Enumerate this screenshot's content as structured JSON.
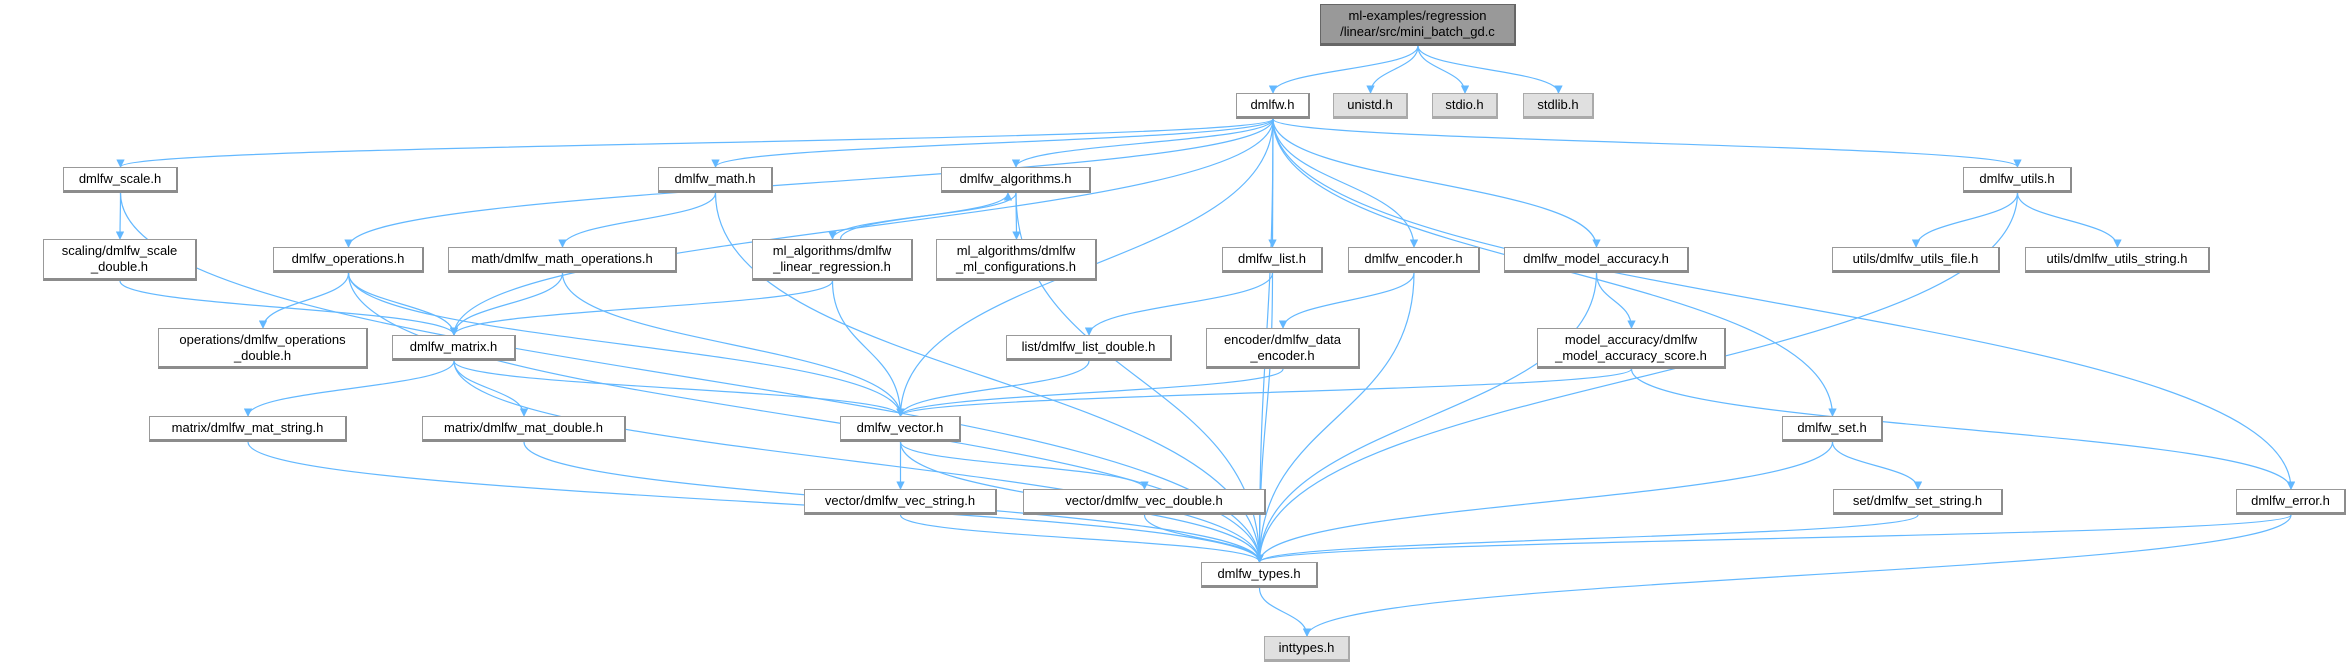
{
  "graph": {
    "edge_color": "#63b8ff",
    "nodes": {
      "root": "ml-examples/regression\n/linear/src/mini_batch_gd.c",
      "dmlfw": "dmlfw.h",
      "unistd": "unistd.h",
      "stdio": "stdio.h",
      "stdlib": "stdlib.h",
      "scale": "dmlfw_scale.h",
      "math": "dmlfw_math.h",
      "algorithms": "dmlfw_algorithms.h",
      "utils": "dmlfw_utils.h",
      "scale_double": "scaling/dmlfw_scale\n_double.h",
      "operations": "dmlfw_operations.h",
      "math_operations": "math/dmlfw_math_operations.h",
      "linear_regression": "ml_algorithms/dmlfw\n_linear_regression.h",
      "ml_configurations": "ml_algorithms/dmlfw\n_ml_configurations.h",
      "list": "dmlfw_list.h",
      "encoder": "dmlfw_encoder.h",
      "model_accuracy": "dmlfw_model_accuracy.h",
      "utils_file": "utils/dmlfw_utils_file.h",
      "utils_string": "utils/dmlfw_utils_string.h",
      "operations_double": "operations/dmlfw_operations\n_double.h",
      "matrix": "dmlfw_matrix.h",
      "list_double": "list/dmlfw_list_double.h",
      "data_encoder": "encoder/dmlfw_data\n_encoder.h",
      "accuracy_score": "model_accuracy/dmlfw\n_model_accuracy_score.h",
      "mat_string": "matrix/dmlfw_mat_string.h",
      "mat_double": "matrix/dmlfw_mat_double.h",
      "vector": "dmlfw_vector.h",
      "set": "dmlfw_set.h",
      "vec_string": "vector/dmlfw_vec_string.h",
      "vec_double": "vector/dmlfw_vec_double.h",
      "set_string": "set/dmlfw_set_string.h",
      "error": "dmlfw_error.h",
      "types": "dmlfw_types.h",
      "inttypes": "inttypes.h"
    },
    "edges": [
      [
        "root",
        "dmlfw"
      ],
      [
        "root",
        "unistd"
      ],
      [
        "root",
        "stdio"
      ],
      [
        "root",
        "stdlib"
      ],
      [
        "dmlfw",
        "scale"
      ],
      [
        "dmlfw",
        "math"
      ],
      [
        "dmlfw",
        "algorithms"
      ],
      [
        "dmlfw",
        "operations"
      ],
      [
        "dmlfw",
        "matrix"
      ],
      [
        "dmlfw",
        "vector"
      ],
      [
        "dmlfw",
        "list"
      ],
      [
        "dmlfw",
        "encoder"
      ],
      [
        "dmlfw",
        "model_accuracy"
      ],
      [
        "dmlfw",
        "types"
      ],
      [
        "dmlfw",
        "set"
      ],
      [
        "dmlfw",
        "utils"
      ],
      [
        "dmlfw",
        "error"
      ],
      [
        "scale",
        "scale_double"
      ],
      [
        "scale",
        "types"
      ],
      [
        "scale_double",
        "matrix"
      ],
      [
        "math",
        "math_operations"
      ],
      [
        "math",
        "types"
      ],
      [
        "math_operations",
        "matrix"
      ],
      [
        "math_operations",
        "vector"
      ],
      [
        "algorithms",
        "linear_regression"
      ],
      [
        "algorithms",
        "ml_configurations"
      ],
      [
        "algorithms",
        "types"
      ],
      [
        "linear_regression",
        "algorithms"
      ],
      [
        "linear_regression",
        "matrix"
      ],
      [
        "linear_regression",
        "vector"
      ],
      [
        "operations",
        "operations_double"
      ],
      [
        "operations",
        "matrix"
      ],
      [
        "operations",
        "types"
      ],
      [
        "operations",
        "vector"
      ],
      [
        "matrix",
        "mat_string"
      ],
      [
        "matrix",
        "mat_double"
      ],
      [
        "matrix",
        "vector"
      ],
      [
        "matrix",
        "types"
      ],
      [
        "mat_string",
        "types"
      ],
      [
        "mat_double",
        "types"
      ],
      [
        "vector",
        "vec_string"
      ],
      [
        "vector",
        "vec_double"
      ],
      [
        "vector",
        "types"
      ],
      [
        "vec_string",
        "types"
      ],
      [
        "vec_double",
        "types"
      ],
      [
        "list",
        "list_double"
      ],
      [
        "list",
        "types"
      ],
      [
        "list_double",
        "vector"
      ],
      [
        "encoder",
        "data_encoder"
      ],
      [
        "encoder",
        "types"
      ],
      [
        "data_encoder",
        "vector"
      ],
      [
        "model_accuracy",
        "accuracy_score"
      ],
      [
        "model_accuracy",
        "types"
      ],
      [
        "accuracy_score",
        "vector"
      ],
      [
        "accuracy_score",
        "error"
      ],
      [
        "utils",
        "utils_file"
      ],
      [
        "utils",
        "utils_string"
      ],
      [
        "utils",
        "types"
      ],
      [
        "set",
        "set_string"
      ],
      [
        "set",
        "types"
      ],
      [
        "set_string",
        "types"
      ],
      [
        "error",
        "types"
      ],
      [
        "error",
        "inttypes"
      ],
      [
        "types",
        "inttypes"
      ]
    ]
  }
}
